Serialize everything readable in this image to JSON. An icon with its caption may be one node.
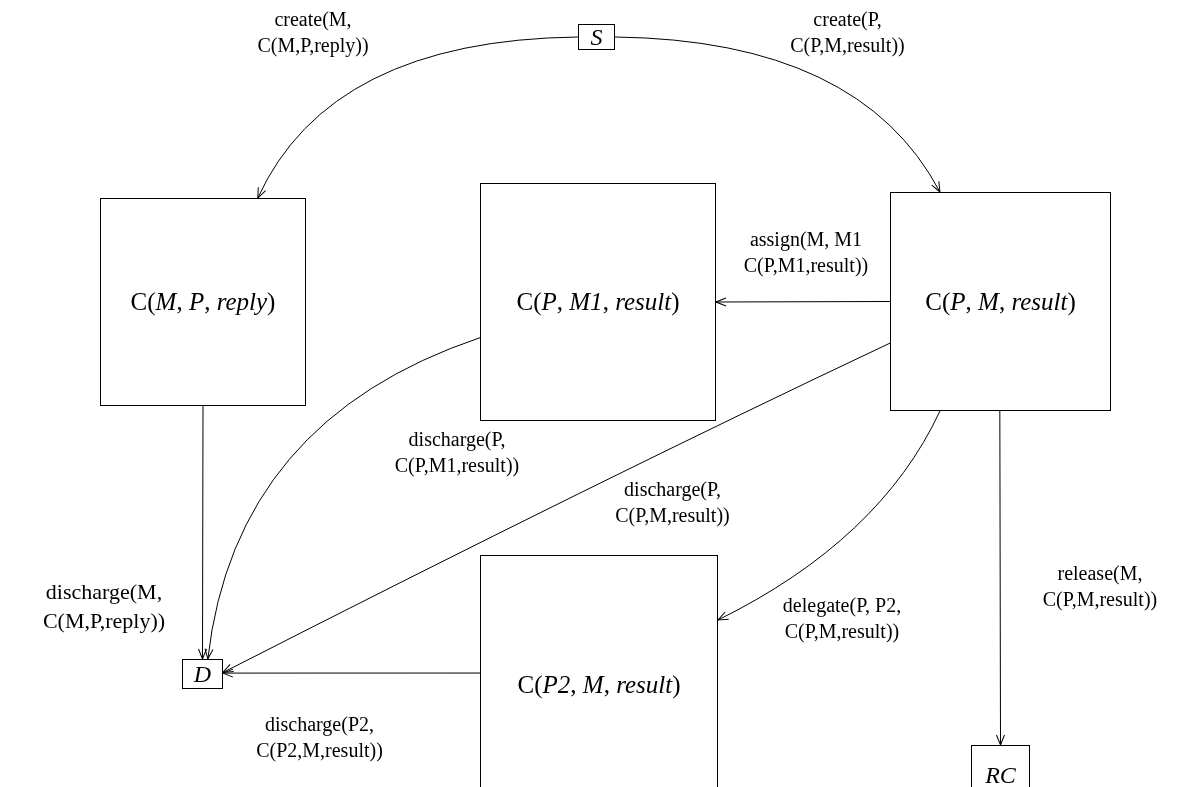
{
  "diagram": {
    "nodes": [
      {
        "text": [
          "S"
        ]
      },
      {
        "text": [
          "C(*M*, *P*, *reply*)"
        ]
      },
      {
        "text": [
          "C(*P*, *M1*, *result*)"
        ]
      },
      {
        "text": [
          "C(*P*, *M*, *result*)"
        ]
      },
      {
        "text": [
          "D"
        ]
      },
      {
        "text": [
          "C(*P2*, *M*, *result*)"
        ]
      },
      {
        "text": [
          "RC"
        ]
      }
    ],
    "edges": [
      {
        "from": 0,
        "to": 1,
        "arrow": "to",
        "label": "create(M, C(M,P,reply))"
      },
      {
        "from": 0,
        "to": 3,
        "arrow": "to",
        "label": "create(P, C(P,M,result))"
      },
      {
        "from": 3,
        "to": 2,
        "arrow": "to",
        "label": "assign(M, M1 C(P,M1,result))"
      },
      {
        "from": 1,
        "to": 4,
        "arrow": "to",
        "label": "discharge(M, C(M,P,reply))"
      },
      {
        "from": 2,
        "to": 4,
        "arrow": "to",
        "label": "discharge(P, C(P,M1,result))"
      },
      {
        "from": 3,
        "to": 4,
        "arrow": "to",
        "label": "discharge(P, C(P,M,result))"
      },
      {
        "from": 3,
        "to": 5,
        "arrow": "to",
        "label": "delegate(P, P2, C(P,M,result))"
      },
      {
        "from": 3,
        "to": 6,
        "arrow": "to",
        "label": "release(M, C(P,M,result))"
      },
      {
        "from": 5,
        "to": 4,
        "arrow": "to",
        "label": "discharge(P2, C(P2,M,result))"
      }
    ]
  }
}
